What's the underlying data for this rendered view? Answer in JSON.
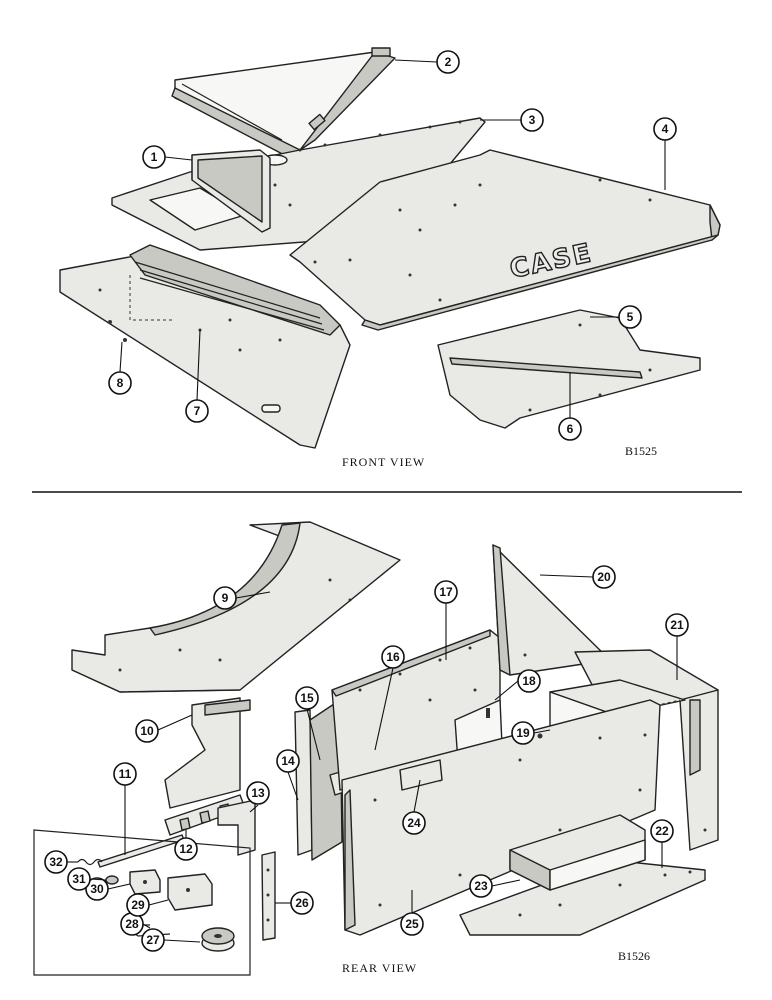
{
  "front_view": {
    "caption": "FRONT VIEW",
    "drawing_code": "B1525",
    "logo": "CASE",
    "callouts": [
      "1",
      "2",
      "3",
      "4",
      "5",
      "6",
      "7",
      "8"
    ]
  },
  "rear_view": {
    "caption": "REAR VIEW",
    "drawing_code": "B1526",
    "callouts": [
      "9",
      "10",
      "11",
      "12",
      "13",
      "14",
      "15",
      "16",
      "17",
      "18",
      "19",
      "20",
      "21",
      "22",
      "23",
      "24",
      "25",
      "26",
      "27",
      "28",
      "29",
      "30",
      "31",
      "32"
    ]
  }
}
